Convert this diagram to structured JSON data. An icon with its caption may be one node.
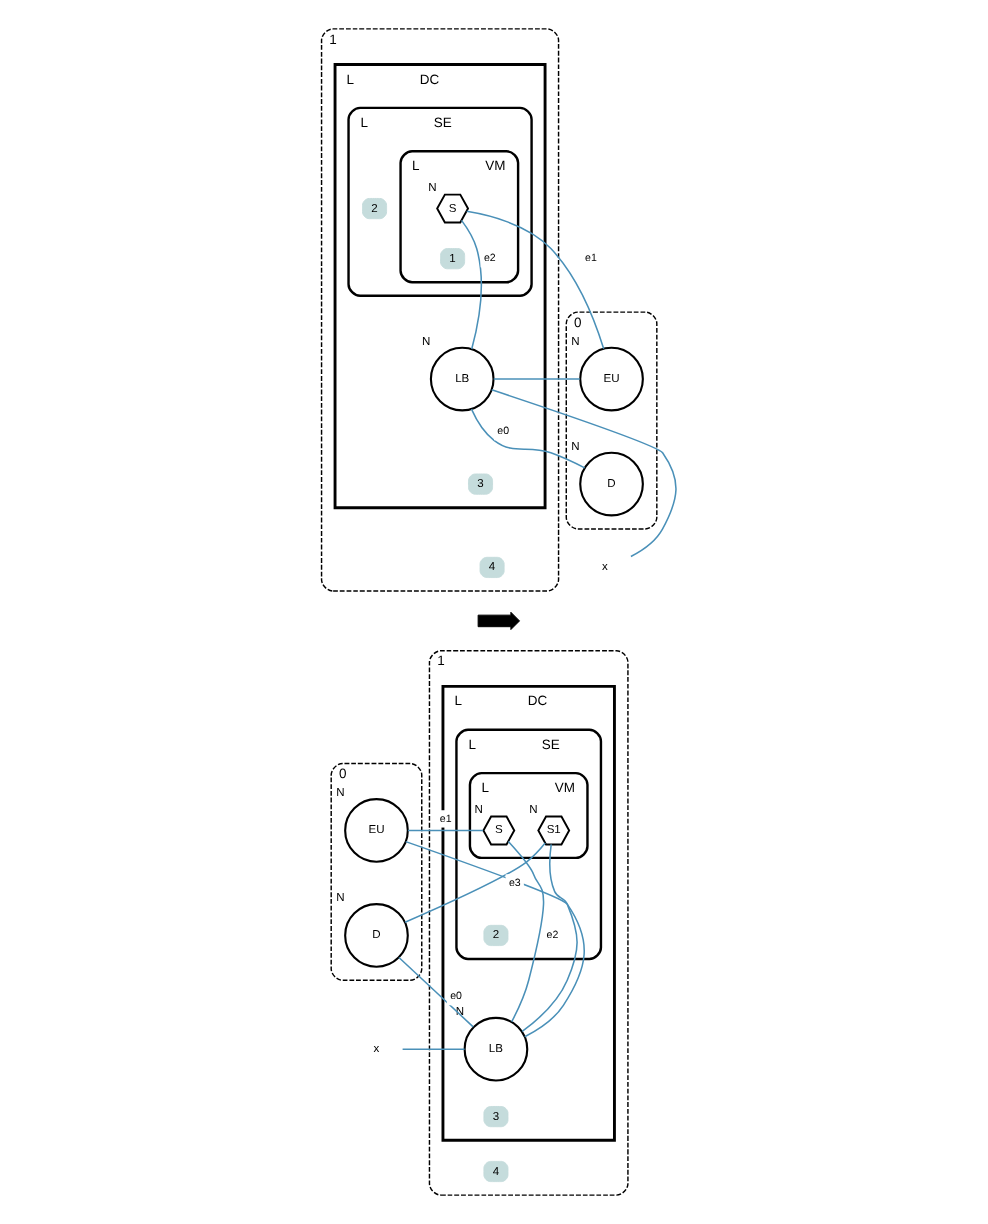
{
  "diagram": {
    "nodes": [
      {
        "text": [
          "0"
        ]
      },
      {
        "text": [
          "EU"
        ],
        "beside": [
          "N"
        ],
        "in": 0
      },
      {
        "text": [
          "D"
        ],
        "beside": [
          "N"
        ],
        "in": 0
      },
      {
        "text": [
          "1"
        ]
      },
      {
        "text": [
          "DC"
        ],
        "beside": [
          "L"
        ],
        "in": 3
      },
      {
        "text": [
          "SE"
        ],
        "beside": [
          "L"
        ],
        "in": 4
      },
      {
        "text": [
          "VM"
        ],
        "beside": [
          "L"
        ],
        "in": 5
      },
      {
        "text": [
          "S"
        ],
        "beside": [
          "N"
        ],
        "in": 6
      },
      {
        "text": [
          "1"
        ],
        "in": 6
      },
      {
        "text": [
          "2"
        ],
        "in": 5
      },
      {
        "text": [
          "LB"
        ],
        "beside": [
          "N"
        ],
        "in": 4
      },
      {
        "text": [
          "3"
        ],
        "in": 4
      },
      {
        "text": [
          "4"
        ],
        "in": 3
      },
      {
        "text": [
          "x"
        ]
      },
      {
        "text": [],
        "shape": "arrow"
      },
      {
        "text": [
          "0"
        ]
      },
      {
        "text": [
          "EU"
        ],
        "beside": [
          "N"
        ],
        "in": 15
      },
      {
        "text": [
          "D"
        ],
        "beside": [
          "N"
        ],
        "in": 15
      },
      {
        "text": [
          "1"
        ]
      },
      {
        "text": [
          "DC"
        ],
        "beside": [
          "L"
        ],
        "in": 18
      },
      {
        "text": [
          "SE"
        ],
        "beside": [
          "L"
        ],
        "in": 19
      },
      {
        "text": [
          "VM"
        ],
        "beside": [
          "L"
        ],
        "in": 20
      },
      {
        "text": [
          "S"
        ],
        "beside": [
          "N"
        ],
        "in": 21
      },
      {
        "text": [
          "S1"
        ],
        "beside": [
          "N"
        ],
        "in": 21
      },
      {
        "text": [
          "2"
        ],
        "in": 20
      },
      {
        "text": [
          "LB"
        ],
        "beside": [
          "N"
        ],
        "in": 19
      },
      {
        "text": [
          "3"
        ],
        "in": 19
      },
      {
        "text": [
          "4"
        ],
        "in": 18
      },
      {
        "text": [
          "x"
        ]
      }
    ],
    "edges": [
      {
        "from": 1,
        "to": 7,
        "arrow": "none",
        "label": "e1"
      },
      {
        "from": 7,
        "to": 10,
        "arrow": "none",
        "label": "e2"
      },
      {
        "from": 2,
        "to": 10,
        "arrow": "none",
        "label": "e0"
      },
      {
        "from": 1,
        "to": 10,
        "arrow": "none"
      },
      {
        "from": 13,
        "to": 10,
        "arrow": "none"
      },
      {
        "from": 16,
        "to": 22,
        "arrow": "none",
        "label": "e1"
      },
      {
        "from": 22,
        "to": 25,
        "arrow": "none",
        "label": "e2"
      },
      {
        "from": 23,
        "to": 25,
        "arrow": "none"
      },
      {
        "from": 17,
        "to": 23,
        "arrow": "none",
        "label": "e3"
      },
      {
        "from": 17,
        "to": 25,
        "arrow": "none",
        "label": "e0"
      },
      {
        "from": 16,
        "to": 25,
        "arrow": "none"
      },
      {
        "from": 28,
        "to": 25,
        "arrow": "none"
      }
    ]
  }
}
